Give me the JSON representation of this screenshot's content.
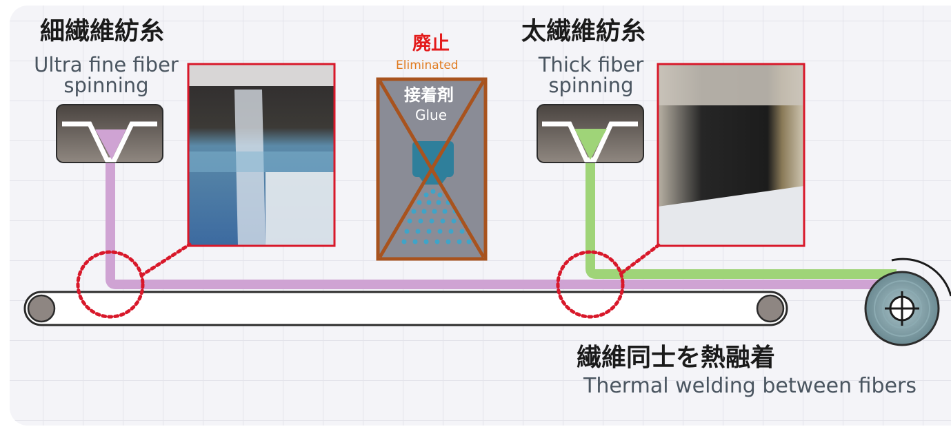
{
  "fine": {
    "title_jp": "細繊維紡糸",
    "title_en_1": "Ultra fine fiber",
    "title_en_2": "spinning"
  },
  "thick": {
    "title_jp": "太繊維紡糸",
    "title_en_1": "Thick fiber",
    "title_en_2": "spinning"
  },
  "eliminated": {
    "label_jp": "廃止",
    "label_en": "Eliminated",
    "glue_jp": "接着剤",
    "glue_en": "Glue"
  },
  "welding": {
    "label_jp": "繊維同士を熱融着",
    "label_en": "Thermal welding between fibers"
  },
  "colors": {
    "fine_fiber": "#cfa3d3",
    "thick_fiber": "#9fd478",
    "callout": "#d8182a",
    "crossout": "#a8531e",
    "grid": "#e6e6ec"
  }
}
